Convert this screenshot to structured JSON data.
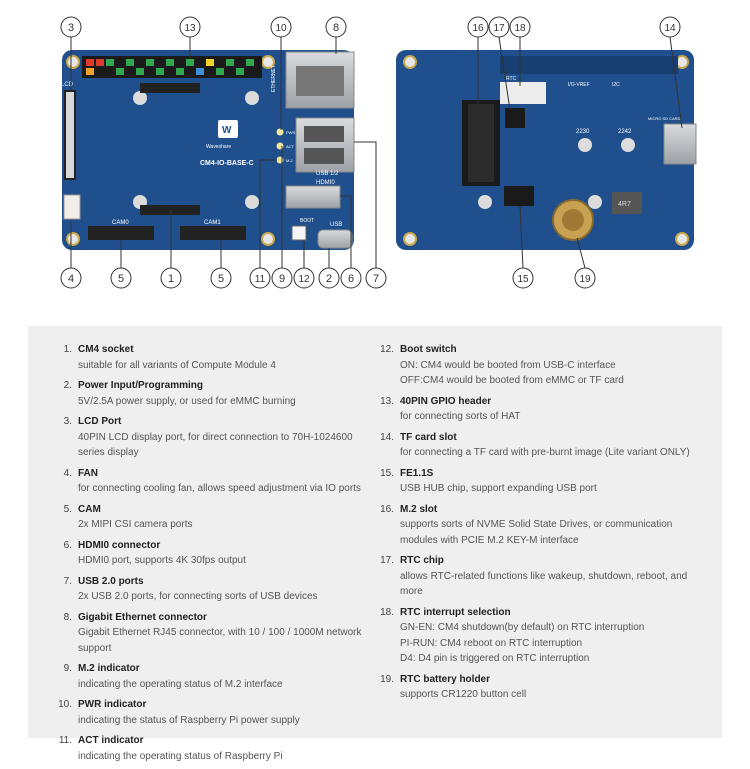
{
  "board_front": {
    "brand": "Waveshare",
    "model": "CM4-IO-BASE-C",
    "silk": [
      "LCD",
      "CAM0",
      "CAM1",
      "ETHERNET",
      "USB 1/2",
      "HDMI0",
      "USB",
      "BOOT",
      "PWR",
      "ACT",
      "M.2"
    ]
  },
  "board_back": {
    "silk": [
      "RTC",
      "I/O-VREF",
      "I2C",
      "2230",
      "2242",
      "MICRO SD CARD",
      "4R7"
    ]
  },
  "callouts": {
    "front_top": [
      "3",
      "13",
      "10",
      "8"
    ],
    "front_bottom": [
      "4",
      "5",
      "1",
      "5",
      "11",
      "9",
      "12",
      "2",
      "6",
      "7"
    ],
    "back_top": [
      "16",
      "17",
      "18",
      "14"
    ],
    "back_bottom": [
      "15",
      "19"
    ]
  },
  "legend": {
    "left": [
      {
        "n": "1.",
        "title": "CM4 socket",
        "desc": "suitable for all variants of Compute Module 4"
      },
      {
        "n": "2.",
        "title": "Power Input/Programming",
        "desc": "5V/2.5A power supply, or used for eMMC burning"
      },
      {
        "n": "3.",
        "title": "LCD Port",
        "desc": "40PIN LCD display port, for direct connection to 70H-1024600\nseries display"
      },
      {
        "n": "4.",
        "title": "FAN",
        "desc": "for connecting cooling fan, allows speed adjustment via IO ports"
      },
      {
        "n": "5.",
        "title": "CAM",
        "desc": "2x MIPI CSI camera ports"
      },
      {
        "n": "6.",
        "title": "HDMI0 connector",
        "desc": "HDMI0 port, supports 4K 30fps output"
      },
      {
        "n": "7.",
        "title": "USB 2.0 ports",
        "desc": "2x USB 2.0 ports, for connecting sorts of USB devices"
      },
      {
        "n": "8.",
        "title": "Gigabit Ethernet connector",
        "desc": "Gigabit Ethernet RJ45 connector, with 10 / 100 / 1000M network\nsupport"
      },
      {
        "n": "9.",
        "title": "M.2 indicator",
        "desc": "indicating the operating status of M.2 interface"
      },
      {
        "n": "10.",
        "title": "PWR indicator",
        "desc": "indicating the status of Raspberry Pi power supply"
      },
      {
        "n": "11.",
        "title": "ACT indicator",
        "desc": "indicating the operating status of Raspberry Pi"
      }
    ],
    "right": [
      {
        "n": "12.",
        "title": "Boot switch",
        "desc": "ON: CM4 would be booted from USB-C interface\nOFF:CM4 would be booted from eMMC or TF card"
      },
      {
        "n": "13.",
        "title": "40PIN GPIO header",
        "desc": "for connecting sorts of HAT"
      },
      {
        "n": "14.",
        "title": "TF card slot",
        "desc": "for connecting a TF card with pre-burnt image (Lite variant ONLY)"
      },
      {
        "n": "15.",
        "title": "FE1.1S",
        "desc": "USB HUB chip, support expanding USB port"
      },
      {
        "n": "16.",
        "title": "M.2 slot",
        "desc": "supports sorts of NVME Solid State Drives, or communication\nmodules with PCIE M.2 KEY-M interface"
      },
      {
        "n": "17.",
        "title": "RTC chip",
        "desc": "allows RTC-related functions like wakeup, shutdown, reboot, and\nmore"
      },
      {
        "n": "18.",
        "title": "RTC interrupt selection",
        "desc": "GN-EN: CM4 shutdown(by default) on RTC interruption\nPI-RUN: CM4 reboot on RTC interruption\nD4: D4 pin is triggered on RTC interruption"
      },
      {
        "n": "19.",
        "title": "RTC battery holder",
        "desc": "supports CR1220 button cell"
      }
    ]
  },
  "colors": {
    "pcb": "#1f4f8c",
    "pcb_dark": "#173e70",
    "metal": "#b9bcc0",
    "header": "#1a1a1a",
    "panel": "#efefef",
    "callout_ring": "#333333"
  }
}
